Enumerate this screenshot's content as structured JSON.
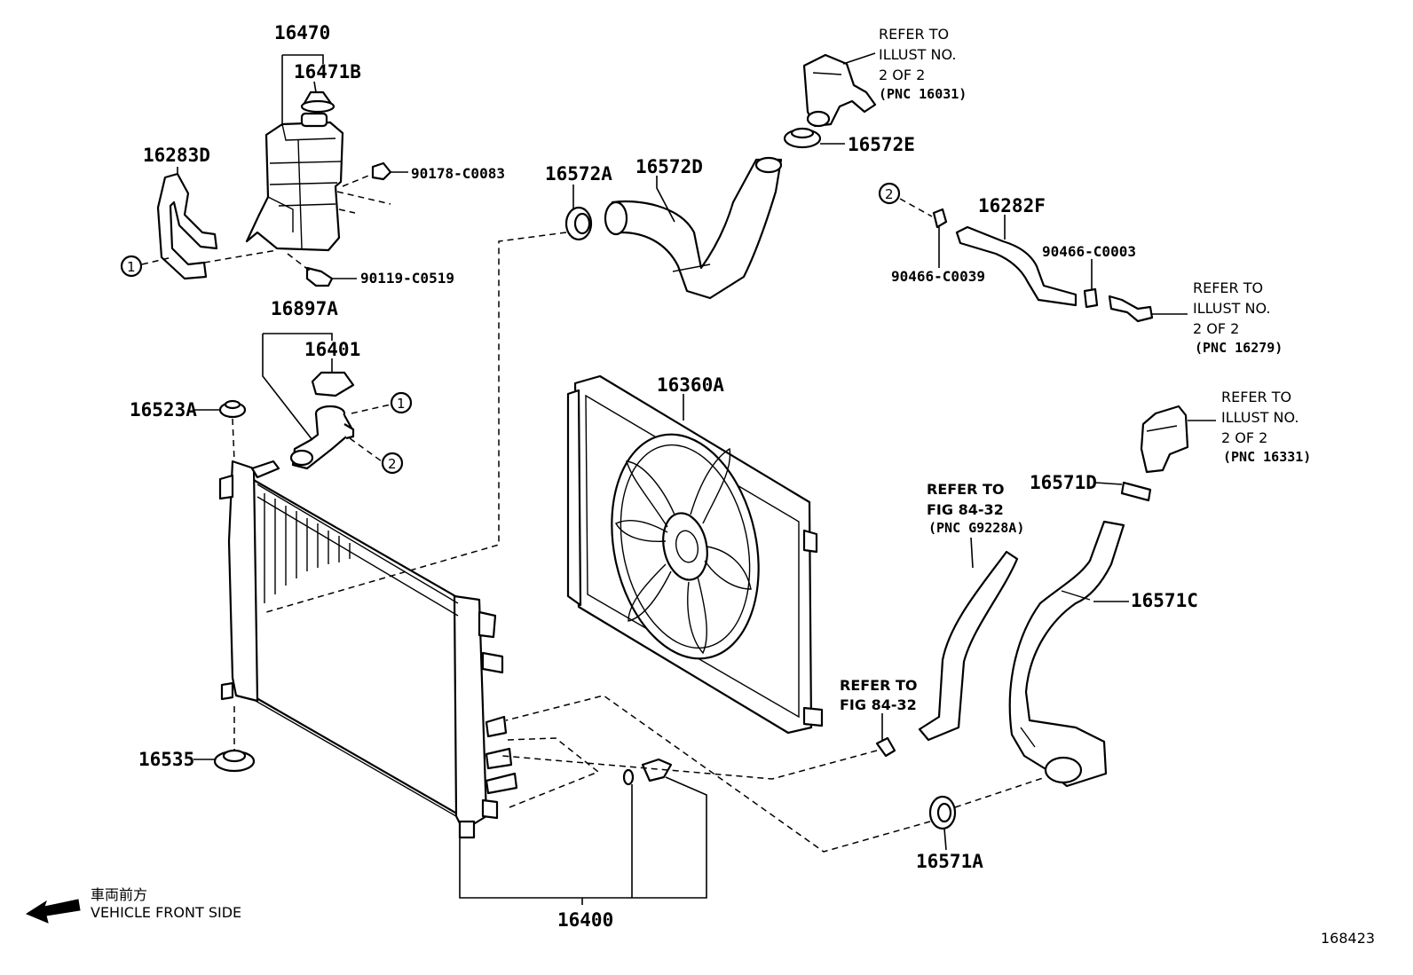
{
  "part_numbers": {
    "p16470": "16470",
    "p16471B": "16471B",
    "p16283D": "16283D",
    "p90178": "90178-C0083",
    "p90119": "90119-C0519",
    "p16897A": "16897A",
    "p16401": "16401",
    "p16523A": "16523A",
    "p16535": "16535",
    "p16572A": "16572A",
    "p16572D": "16572D",
    "p16572E": "16572E",
    "p16282F": "16282F",
    "p90466_0039": "90466-C0039",
    "p90466_0003": "90466-C0003",
    "p16360A": "16360A",
    "p16571D": "16571D",
    "p16571C": "16571C",
    "p16571A": "16571A",
    "p16400": "16400"
  },
  "references": {
    "ref_16031": {
      "line1": "REFER TO",
      "line2": "ILLUST NO.",
      "line3": "2 OF 2",
      "line4": "(PNC 16031)"
    },
    "ref_16279": {
      "line1": "REFER TO",
      "line2": "ILLUST NO.",
      "line3": "2 OF 2",
      "line4": "(PNC 16279)"
    },
    "ref_16331": {
      "line1": "REFER TO",
      "line2": "ILLUST NO.",
      "line3": "2 OF 2",
      "line4": "(PNC 16331)"
    },
    "ref_fig_g9228a": {
      "line1": "REFER TO",
      "line2": "FIG 84-32",
      "line3": "(PNC G9228A)"
    },
    "ref_fig_8432": {
      "line1": "REFER TO",
      "line2": "FIG 84-32"
    }
  },
  "connectors": {
    "c1": "1",
    "c2": "2"
  },
  "front_note": {
    "japanese": "車両前方",
    "english": "VEHICLE FRONT SIDE"
  },
  "illustration_number": "168423"
}
